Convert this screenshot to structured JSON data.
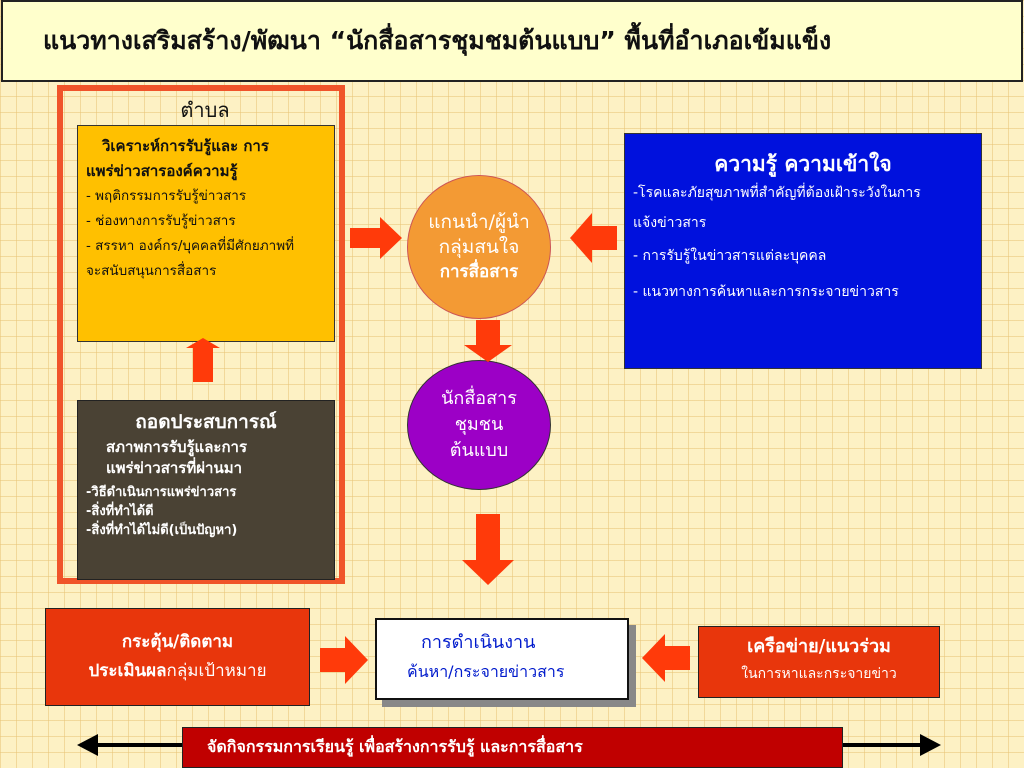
{
  "title": "แนวทางเสริมสร้าง/พัฒนา “นักสื่อสารชุมชมต้นแบบ” พื้นที่อำเภอเข้มแข็ง",
  "tambon_label": "ตำบล",
  "analysis_box": {
    "heading_1": "วิเคราะห์การรับรู้และ การ",
    "heading_2": "แพร่ข่าวสารองค์ความรู้",
    "items": [
      "- พฤติกรรมการรับรู้ข่าวสาร",
      "- ช่องทางการรับรู้ข่าวสาร",
      "- สรรหา องค์กร/บุคคลที่มีศักยภาพที่",
      "จะสนับสนุนการสื่อสาร"
    ]
  },
  "experience_box": {
    "heading": "ถอดประสบการณ์",
    "subheading_1": "สภาพการรับรู้และการ",
    "subheading_2": "แพร่ข่าวสารที่ผ่านมา",
    "items": [
      "-วิธีดำเนินการแพร่ข่าวสาร",
      "-สิ่งที่ทำได้ดี",
      "-สิ่งที่ทำได้ไม่ดี(เป็นปัญหา)"
    ]
  },
  "leader_circle": {
    "line1": "แกนนำ/ผู้นำ",
    "line2": "กลุ่มสนใจ",
    "line3": "การสื่อสาร"
  },
  "communicator_circle": {
    "line1": "นักสื่อสาร",
    "line2": "ชุมชน",
    "line3": "ต้นแบบ"
  },
  "knowledge_box": {
    "heading": "ความรู้ ความเข้าใจ",
    "items": [
      "-โรคและภัยสุขภาพที่สำคัญที่ต้องเฝ้าระวังในการ",
      "แจ้งข่าวสาร",
      "- การรับรู้ในข่าวสารแต่ละบุคคล",
      "- แนวทางการค้นหาและการกระจายข่าวสาร"
    ]
  },
  "stimulate_box": {
    "line1": "กระตุ้น/ติดตาม",
    "line2_bold": "ประเมินผล",
    "line2_rest": "กลุ่มเป้าหมาย"
  },
  "operation_box": {
    "line1": "การดำเนินงาน",
    "line2": "ค้นหา/กระจายข่าวสาร"
  },
  "network_box": {
    "line1": "เครือข่าย/แนวร่วม",
    "line2": "ในการหาและกระจายข่าว"
  },
  "banner": "จัดกิจกรรมการเรียนรู้ เพื่อสร้างการรับรู้ และการสื่อสาร",
  "colors": {
    "arrow": "#ff3a0a",
    "frame": "#f0542a",
    "blue_box": "#0011dd",
    "purple_circle": "#9c00c6",
    "orange_circle": "#f39a34",
    "yellow_box": "#ffc000",
    "banner": "#c00000"
  }
}
